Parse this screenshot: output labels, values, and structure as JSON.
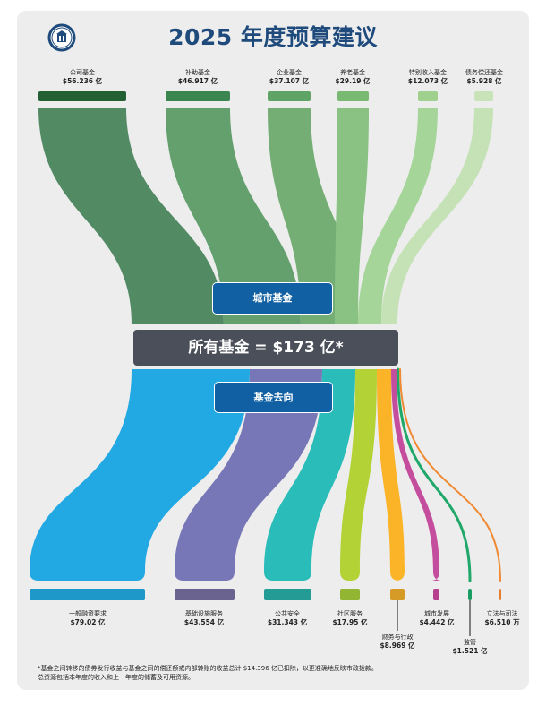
{
  "title": "2025 年度预算建议",
  "sources": [
    {
      "name": "公司基金",
      "value": "$56.236 亿",
      "color": "#236135",
      "flow": "#528a64"
    },
    {
      "name": "补助基金",
      "value": "$46.917 亿",
      "color": "#3b8551",
      "flow": "#64a06e"
    },
    {
      "name": "企业基金",
      "value": "$37.107 亿",
      "color": "#5fa466",
      "flow": "#74ae74"
    },
    {
      "name": "养老基金",
      "value": "$29.19 亿",
      "color": "#79b972",
      "flow": "#8ac283"
    },
    {
      "name": "特别收入基金",
      "value": "$12.073 亿",
      "color": "#9fd08e",
      "flow": "#a6d599"
    },
    {
      "name": "债务偿还基金",
      "value": "$5.928 亿",
      "color": "#c7e3b7",
      "flow": "#c4e2b5"
    }
  ],
  "city_funds_label": "城市基金",
  "total_label": "所有基金 = $173 亿*",
  "destination_label": "基金去向",
  "destinations": [
    {
      "name": "一般融资要求",
      "value": "$79.02 亿",
      "color": "#1e97c9",
      "flow": "#22a9e3"
    },
    {
      "name": "基础设施服务",
      "value": "$43.554 亿",
      "color": "#6a638f",
      "flow": "#7776b7"
    },
    {
      "name": "公共安全",
      "value": "$31.343 亿",
      "color": "#259b95",
      "flow": "#29bcb9"
    },
    {
      "name": "社区服务",
      "value": "$17.95 亿",
      "color": "#92b534",
      "flow": "#b2d236"
    },
    {
      "name": "财务与行政",
      "value": "$8.969 亿",
      "color": "#d69a26",
      "flow": "#fbb328"
    },
    {
      "name": "城市发展",
      "value": "$4.442 亿",
      "color": "#b63f8e",
      "flow": "#c54d9d"
    },
    {
      "name": "监管",
      "value": "$1.521 亿",
      "color": "#1a9e63",
      "flow": "#1fa86a"
    },
    {
      "name": "立法与司法",
      "value": "$6,510 万",
      "color": "#e77c2c",
      "flow": "#ef8a33"
    }
  ],
  "footnote_line1": "*基金之间转移的债券发行收益与基金之间的偿还额或内部转账的收益总计 $14.396 亿已扣除，以更准确地反映市政拨款。",
  "footnote_line2": "总资源包括本年度的收入和上一年度的储蓄及可用资源。",
  "icons": [
    "city-seal-icon"
  ]
}
